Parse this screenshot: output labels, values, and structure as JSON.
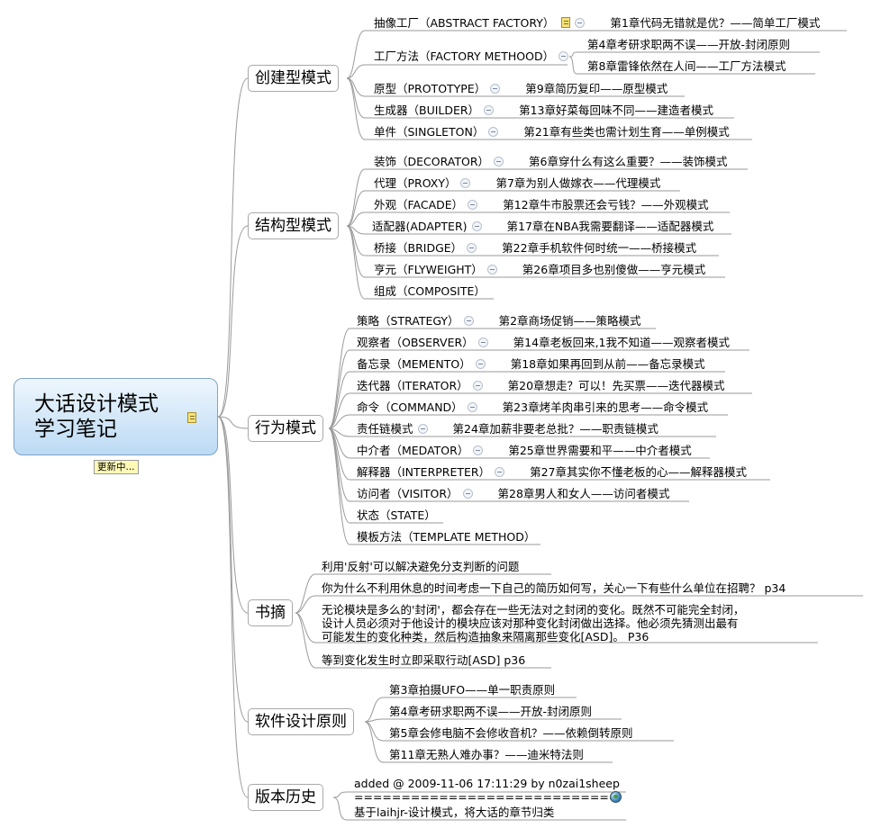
{
  "central": {
    "title": "大话设计模式\n学习笔记",
    "callout": "更新中..."
  },
  "branches": [
    {
      "id": "creational",
      "label": "创建型模式",
      "leaves": [
        {
          "text": "抽像工厂（ABSTRACT FACTORY）",
          "children": [
            "第1章代码无错就是优？——简单工厂模式"
          ]
        },
        {
          "text": "工厂方法（FACTORY METHOOD）",
          "children": [
            "第4章考研求职两不误——开放-封闭原则",
            "第8章雷锋依然在人间——工厂方法模式"
          ]
        },
        {
          "text": "原型（PROTOTYPE）",
          "children": [
            "第9章简历复印——原型模式"
          ]
        },
        {
          "text": "生成器（BUILDER）",
          "children": [
            "第13章好菜每回味不同——建造者模式"
          ]
        },
        {
          "text": "单件（SINGLETON）",
          "children": [
            "第21章有些类也需计划生育——单例模式"
          ]
        }
      ]
    },
    {
      "id": "structural",
      "label": "结构型模式",
      "leaves": [
        {
          "text": "装饰（DECORATOR）",
          "children": [
            "第6章穿什么有这么重要？——装饰模式"
          ]
        },
        {
          "text": "代理（PROXY）",
          "children": [
            "第7章为别人做嫁衣——代理模式"
          ]
        },
        {
          "text": "外观（FACADE）",
          "children": [
            "第12章牛市股票还会亏钱？——外观模式"
          ]
        },
        {
          "text": "适配器(ADAPTER)",
          "children": [
            "第17章在NBA我需要翻译——适配器模式"
          ]
        },
        {
          "text": "桥接（BRIDGE）",
          "children": [
            "第22章手机软件何时统一——桥接模式"
          ]
        },
        {
          "text": "亨元（FLYWEIGHT）",
          "children": [
            "第26章项目多也别傻做——亨元模式"
          ]
        },
        {
          "text": "组成（COMPOSITE）",
          "children": []
        }
      ]
    },
    {
      "id": "behavioral",
      "label": "行为模式",
      "leaves": [
        {
          "text": "策略（STRATEGY）",
          "children": [
            "第2章商场促销——策略模式"
          ]
        },
        {
          "text": "观察者（OBSERVER）",
          "children": [
            "第14章老板回来,1我不知道——观察者模式"
          ]
        },
        {
          "text": "备忘录（MEMENTO）",
          "children": [
            "第18章如果再回到从前——备忘录模式"
          ]
        },
        {
          "text": "迭代器（ITERATOR）",
          "children": [
            "第20章想走？可以！先买票——迭代器模式"
          ]
        },
        {
          "text": "命令（COMMAND）",
          "children": [
            "第23章烤羊肉串引来的思考——命令模式"
          ]
        },
        {
          "text": "责任链模式",
          "children": [
            "第24章加薪非要老总批？——职责链模式"
          ]
        },
        {
          "text": "中介者（MEDATOR）",
          "children": [
            "第25章世界需要和平——中介者模式"
          ]
        },
        {
          "text": "解释器（INTERPRETER）",
          "children": [
            "第27章其实你不懂老板的心——解释器模式"
          ]
        },
        {
          "text": "访问者（VISITOR）",
          "children": [
            "第28章男人和女人——访问者模式"
          ]
        },
        {
          "text": "状态（STATE）",
          "children": []
        },
        {
          "text": "模板方法（TEMPLATE METHOD）",
          "children": []
        }
      ]
    },
    {
      "id": "excerpts",
      "label": "书摘",
      "leaves": [
        {
          "text": "利用'反射'可以解决避免分支判断的问题",
          "children": []
        },
        {
          "text": "你为什么不利用休息的时间考虑一下自己的简历如何写，关心一下有些什么单位在招聘？ p34",
          "children": []
        },
        {
          "text": "无论模块是多么的'封闭'，都会存在一些无法对之封闭的变化。既然不可能完全封闭，\n设计人员必须对于他设计的模块应该对那种变化封闭做出选择。他必须先猜测出最有\n可能发生的变化种类，然后构造抽象来隔离那些变化[ASD]。 P36",
          "children": []
        },
        {
          "text": "等到变化发生时立即采取行动[ASD] p36",
          "children": []
        }
      ]
    },
    {
      "id": "principles",
      "label": "软件设计原则",
      "leaves": [
        {
          "text": "第3章拍摄UFO——单一职责原则",
          "children": []
        },
        {
          "text": "第4章考研求职两不误——开放-封闭原则",
          "children": []
        },
        {
          "text": "第5章会修电脑不会修收音机？——依赖倒转原则",
          "children": []
        },
        {
          "text": "第11章无熟人难办事？——迪米特法则",
          "children": []
        }
      ]
    },
    {
      "id": "history",
      "label": "版本历史",
      "leaves": [
        {
          "text": "added @ 2009-11-06 17:11:29 by n0zai1sheep\n============================",
          "children": []
        },
        {
          "text": "基于laihjr-设计模式，将大话的章节归类",
          "children": []
        }
      ]
    }
  ]
}
